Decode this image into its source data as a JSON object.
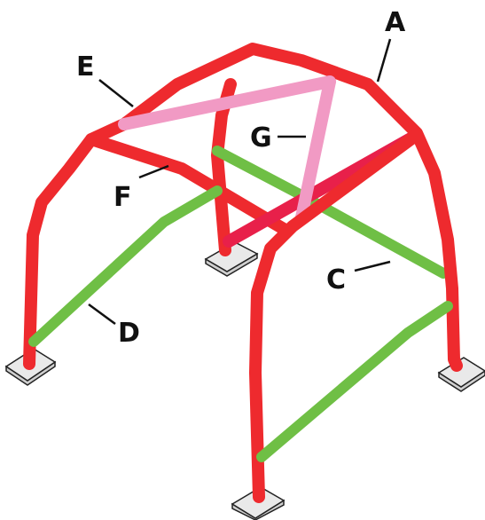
{
  "colors": {
    "main_hoop": "#ee2a2e",
    "diagonal": "#e8204a",
    "roof_cross": "#f19ac4",
    "door_bar": "#6fbf45",
    "plate": "#e9e9e9",
    "label": "#111111"
  },
  "labels": {
    "a": "A",
    "c": "C",
    "d": "D",
    "e": "E",
    "f": "F",
    "g": "G"
  }
}
